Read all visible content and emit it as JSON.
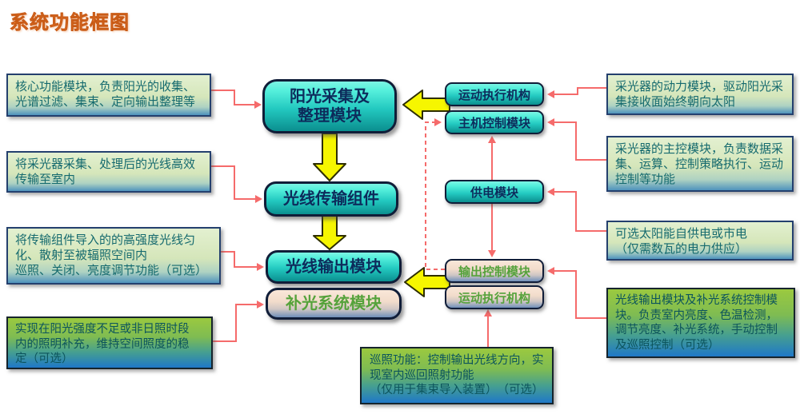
{
  "title": "系统功能框图",
  "colors": {
    "title_orange": "#ed7d31",
    "note_green_top": "#e3f0d0",
    "note_green_bottom": "#4e93bd",
    "vivid_green_top": "#9bc93f",
    "vivid_blue_bottom": "#1f78c8",
    "cyan_top": "#55f0dc",
    "cyan_bottom": "#0b8f8f",
    "pink_top": "#f9e7d8",
    "pink_bottom": "#6f8fba",
    "yellow_arrow": "#f6f600",
    "connector_red": "#f56b6b",
    "navy_text": "#0d2b5b",
    "teal_text": "#156a6e",
    "green_text": "#55a23b"
  },
  "left_notes": [
    {
      "text": "核心功能模块，负责阳光的收集、光谱过滤、集束、定向输出整理等"
    },
    {
      "text": "将采光器采集、处理后的光线高效传输至室内"
    },
    {
      "line1": "将传输组件导入的的高强度光线匀化、散射至被辐照空间内",
      "line2": "巡照、关闭、亮度调节功能（可选）"
    },
    {
      "text": "实现在阳光强度不足或非日照时段内的照明补充，维持空间照度的稳定（可选）"
    }
  ],
  "center_modules": [
    {
      "line1": "阳光采集及",
      "line2": "整理模块"
    },
    {
      "text": "光线传输组件"
    },
    {
      "text": "光线输出模块"
    },
    {
      "text": "补光系统模块"
    }
  ],
  "control_modules": [
    {
      "text": "运动执行机构"
    },
    {
      "text": "主机控制模块"
    },
    {
      "text": "供电模块"
    },
    {
      "text": "输出控制模块"
    },
    {
      "text": "运动执行机构"
    }
  ],
  "right_notes": [
    {
      "text": "采光器的动力模块，驱动阳光采集接收面始终朝向太阳"
    },
    {
      "text": "采光器的主控模块，负责数据采集、运算、控制策略执行、运动控制等功能"
    },
    {
      "line1": "可选太阳能自供电或市电",
      "line2": "（仅需数瓦的电力供应）"
    },
    {
      "text": "光线输出模块及补光系统控制模块。负责室内亮度、色温检测，调节亮度、补光系统，手动控制及巡照控制（可选）"
    }
  ],
  "bottom_note": {
    "line1": "巡照功能：控制输出光线方向，实现室内巡回照射功能",
    "line2": "（仅用于集束导入装置）　（可选）"
  }
}
